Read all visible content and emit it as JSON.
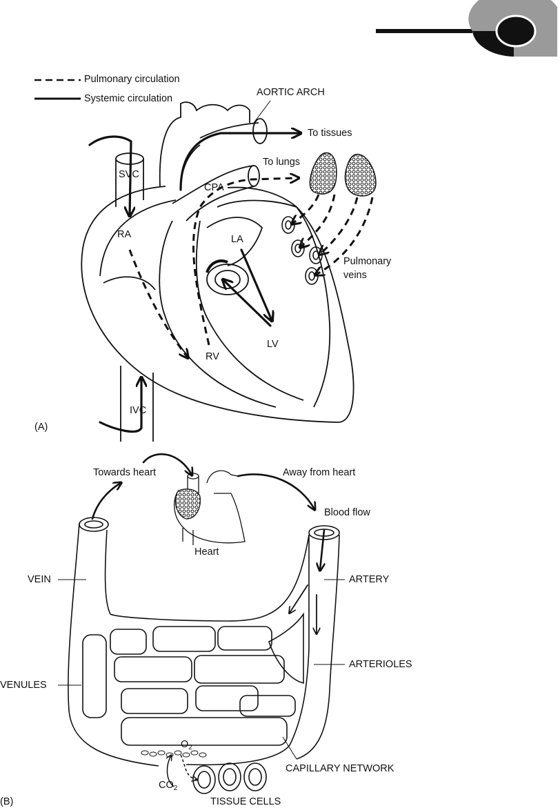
{
  "legend": {
    "pulmonary": "Pulmonary circulation",
    "systemic": "Systemic circulation"
  },
  "panel_a": {
    "tag": "(A)",
    "aortic_arch": "AORTIC ARCH",
    "to_tissues": "To tissues",
    "to_lungs": "To lungs",
    "svc": "SVC",
    "cpa": "CPA",
    "ra": "RA",
    "la": "LA",
    "rv": "RV",
    "lv": "LV",
    "ivc": "IVC",
    "pulmonary_veins_1": "Pulmonary",
    "pulmonary_veins_2": "veins"
  },
  "panel_b": {
    "tag": "(B)",
    "towards_heart": "Towards heart",
    "away_from_heart": "Away from heart",
    "blood_flow": "Blood flow",
    "heart": "Heart",
    "vein": "VEIN",
    "artery": "ARTERY",
    "arterioles": "ARTERIOLES",
    "venules": "VENULES",
    "capillary_network": "CAPILLARY NETWORK",
    "o2": "O",
    "o2_sub": "2",
    "co2": "CO",
    "co2_sub": "2",
    "tissue_cells": "TISSUE CELLS"
  },
  "colors": {
    "ink": "#111111",
    "grey": "#9a9a9a",
    "paper": "#ffffff"
  }
}
